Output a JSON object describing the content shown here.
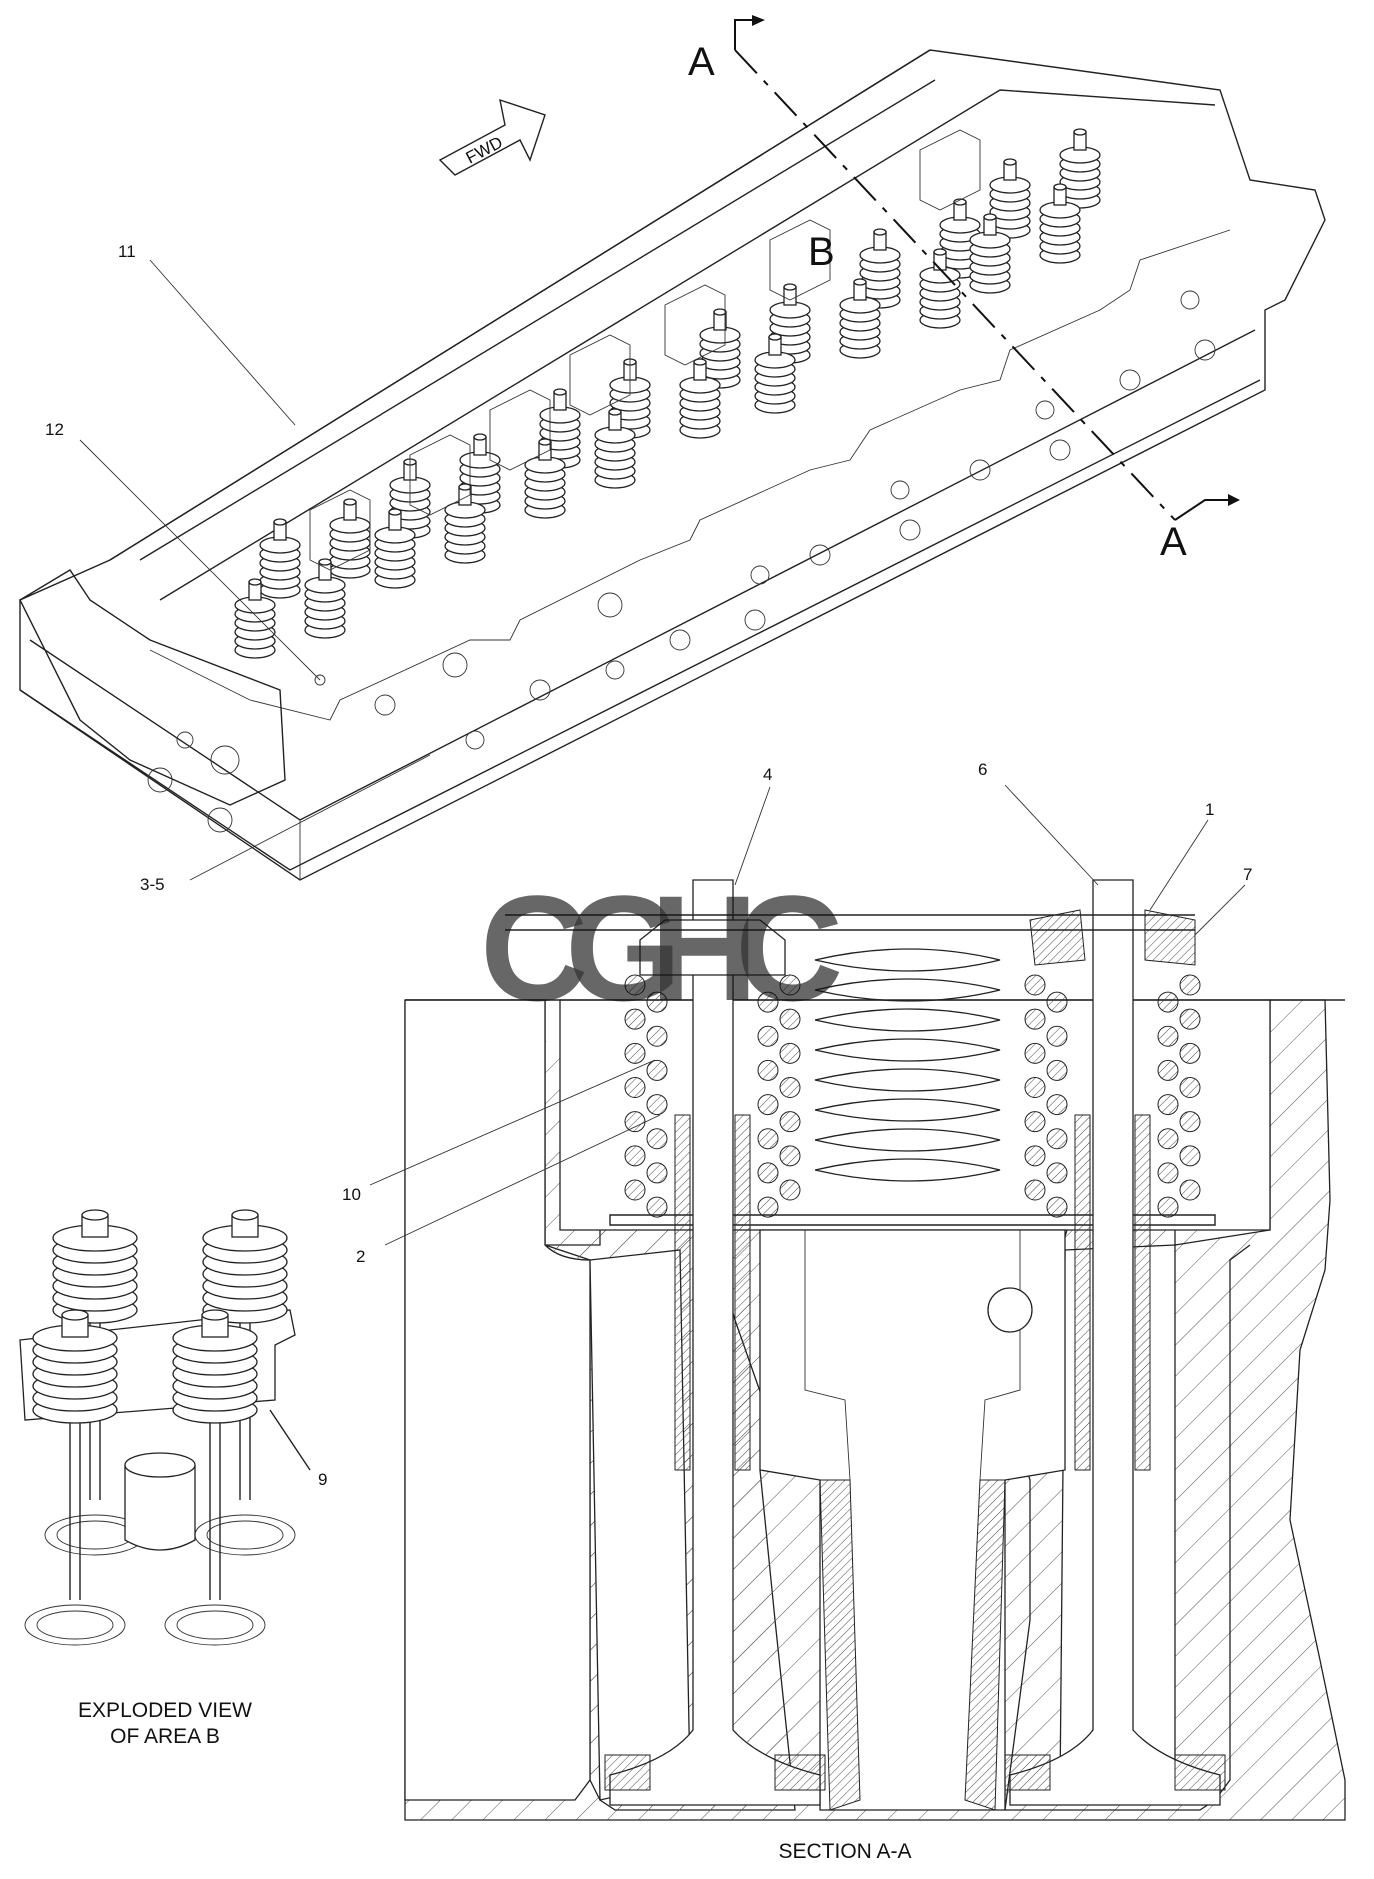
{
  "section_markers": {
    "a_top": "A",
    "a_bottom": "A",
    "area_b": "B"
  },
  "fwd_label": "FWD",
  "callouts": {
    "c1": "1",
    "c2": "2",
    "c3_5": "3-5",
    "c4": "4",
    "c6": "6",
    "c7": "7",
    "c9": "9",
    "c10": "10",
    "c11": "11",
    "c12": "12"
  },
  "captions": {
    "exploded_line1": "EXPLODED VIEW",
    "exploded_line2": "OF AREA  B",
    "section": "SECTION  A-A"
  },
  "watermark": {
    "text": "CGHC",
    "letters": [
      "C",
      "G",
      "H",
      "C"
    ],
    "colors": [
      "#4a86e8",
      "#e94b3c",
      "#f7c325",
      "#34a853"
    ]
  }
}
